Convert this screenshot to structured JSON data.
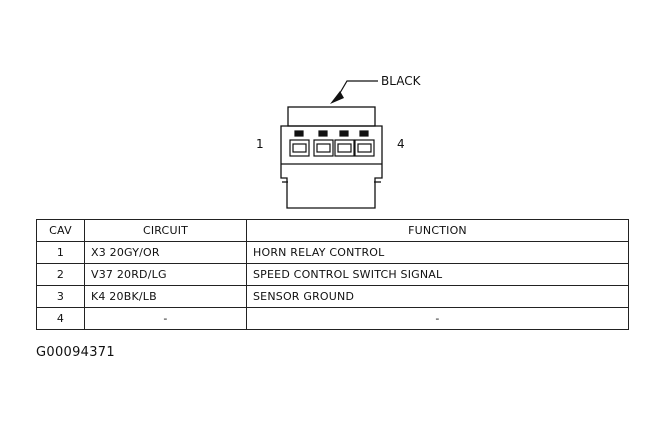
{
  "diagram": {
    "color_label": "BLACK",
    "left_cavity_number": "1",
    "right_cavity_number": "4"
  },
  "table": {
    "headers": {
      "cav": "CAV",
      "circuit": "CIRCUIT",
      "function": "FUNCTION"
    },
    "rows": [
      {
        "cav": "1",
        "circuit": "X3 20GY/OR",
        "function": "HORN RELAY CONTROL"
      },
      {
        "cav": "2",
        "circuit": "V37 20RD/LG",
        "function": "SPEED CONTROL SWITCH SIGNAL"
      },
      {
        "cav": "3",
        "circuit": "K4 20BK/LB",
        "function": "SENSOR GROUND"
      },
      {
        "cav": "4",
        "circuit": "-",
        "function": "-"
      }
    ]
  },
  "figure_id": "G00094371"
}
